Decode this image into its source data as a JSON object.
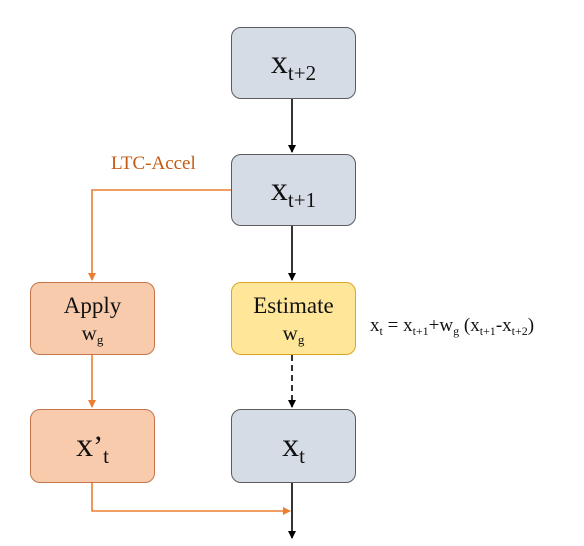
{
  "colors": {
    "variable_node_fill": "#d6dce5",
    "estimate_node_fill": "#ffe699",
    "apply_node_fill": "#f8cbad",
    "ltc_accent": "#c55a11",
    "main_arrow": "#000000"
  },
  "nodes": {
    "x_t_plus_2": {
      "base": "x",
      "subscript": "t+2"
    },
    "x_t_plus_1": {
      "base": "x",
      "subscript": "t+1"
    },
    "estimate": {
      "label": "Estimate",
      "weight_base": "w",
      "weight_subscript": "g"
    },
    "x_t": {
      "base": "x",
      "subscript": "t"
    },
    "apply": {
      "label": "Apply",
      "weight_base": "w",
      "weight_subscript": "g"
    },
    "x_prime_t": {
      "base": "x",
      "prime": "’",
      "subscript": "t"
    }
  },
  "labels": {
    "ltc_accel": "LTC-Accel"
  },
  "formula": {
    "lhs_base": "x",
    "lhs_sub": "t",
    "equals": " = ",
    "term1_base": "x",
    "term1_sub": "t+1",
    "plus": "+",
    "weight_base": "w",
    "weight_sub": "g",
    "open_paren": " (",
    "term2_base": "x",
    "term2_sub": "t+1",
    "minus": "-",
    "term3_base": "x",
    "term3_sub": "t+2",
    "close_paren": ")"
  }
}
